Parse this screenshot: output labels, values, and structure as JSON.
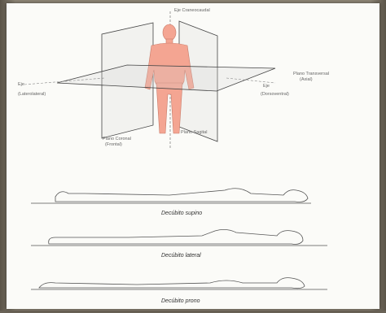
{
  "anatomy": {
    "axis_craneocaudal": "Eje Craneocaudal",
    "plano_transversal": "Plano Transversal",
    "plano_transversal_sub": "(Axial)",
    "eje_left": "Eje",
    "eje_left_sub": "(Laterolateral)",
    "eje_right": "Eje",
    "eje_right_sub": "(Dorsoventral)",
    "plano_coronal": "Plano Coronal",
    "plano_coronal_sub": "(Frontal)",
    "plano_sagital": "Plano Sagital"
  },
  "positions": {
    "supino": "Decúbito supino",
    "lateral": "Decúbito lateral",
    "prono": "Decúbito prono"
  },
  "colors": {
    "figure_fill": "#f4a592",
    "figure_stroke": "#c87a68"
  }
}
